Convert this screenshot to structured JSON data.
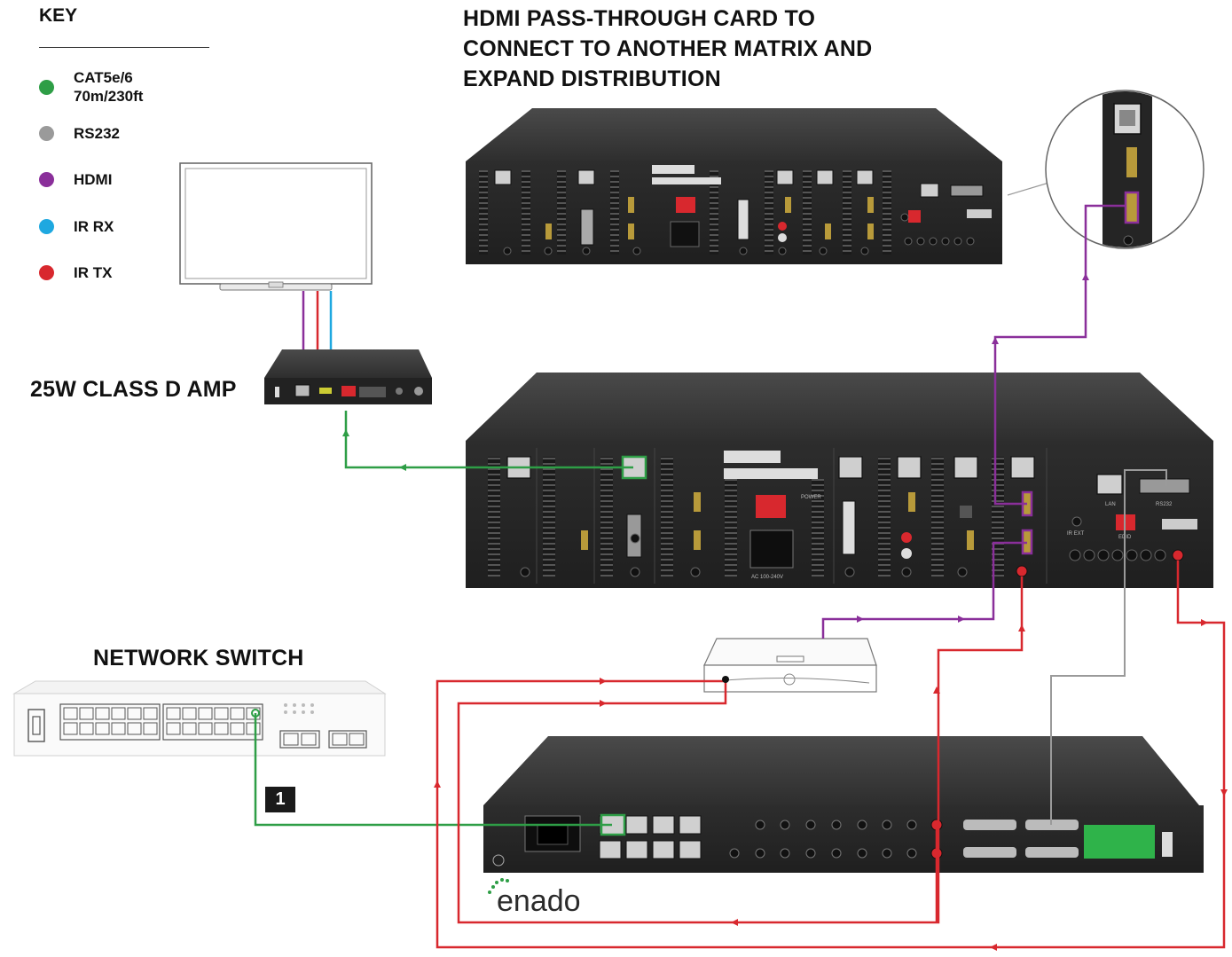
{
  "key": {
    "title": "KEY",
    "items": [
      {
        "label_line1": "CAT5e/6",
        "label_line2": "70m/230ft",
        "color": "#2e9e46"
      },
      {
        "label_line1": "RS232",
        "label_line2": "",
        "color": "#9a9a9a"
      },
      {
        "label_line1": "HDMI",
        "label_line2": "",
        "color": "#8a2f9a"
      },
      {
        "label_line1": "IR RX",
        "label_line2": "",
        "color": "#1ea8e0"
      },
      {
        "label_line1": "IR TX",
        "label_line2": "",
        "color": "#d8282e"
      }
    ]
  },
  "headings": {
    "passthrough_line1": "HDMI PASS-THROUGH CARD TO",
    "passthrough_line2": "CONNECT TO ANOTHER MATRIX AND",
    "passthrough_line3": "EXPAND DISTRIBUTION",
    "amp": "25W CLASS D AMP",
    "switch": "NETWORK SWITCH"
  },
  "badge": "1",
  "brand": "enado",
  "device_labels": {
    "power": "POWER",
    "ac": "AC 100-240V",
    "lan": "LAN",
    "rs232": "RS232",
    "ir_ext": "IR EXT",
    "edid": "EDID"
  },
  "colors": {
    "cat": "#2e9e46",
    "rs232": "#9a9a9a",
    "hdmi": "#8a2f9a",
    "ir_rx": "#1ea8e0",
    "ir_tx": "#d8282e",
    "chassis": "#2b2b2b",
    "chassis_top": "#3c3c3c"
  }
}
